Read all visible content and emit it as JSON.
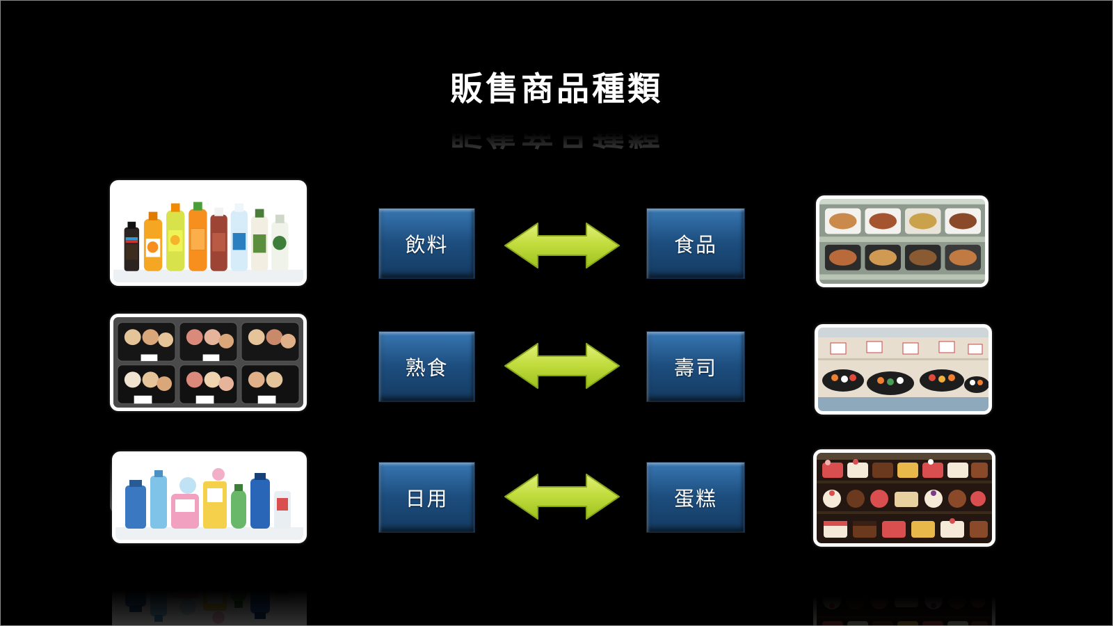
{
  "slide": {
    "title": "販售商品種類"
  },
  "rows": [
    {
      "left_label": "飲料",
      "right_label": "食品",
      "left_photo": "beverage-bottles",
      "right_photo": "bento-boxes-shelf"
    },
    {
      "left_label": "熟食",
      "right_label": "壽司",
      "left_photo": "deli-food-trays",
      "right_photo": "sushi-display-case"
    },
    {
      "left_label": "日用",
      "right_label": "蛋糕",
      "left_photo": "daily-goods-products",
      "right_photo": "cake-display-case"
    }
  ],
  "colors": {
    "background": "#000000",
    "box_blue": "#1f4e79",
    "arrow_green": "#c3dd3f",
    "frame_white": "#ffffff"
  }
}
